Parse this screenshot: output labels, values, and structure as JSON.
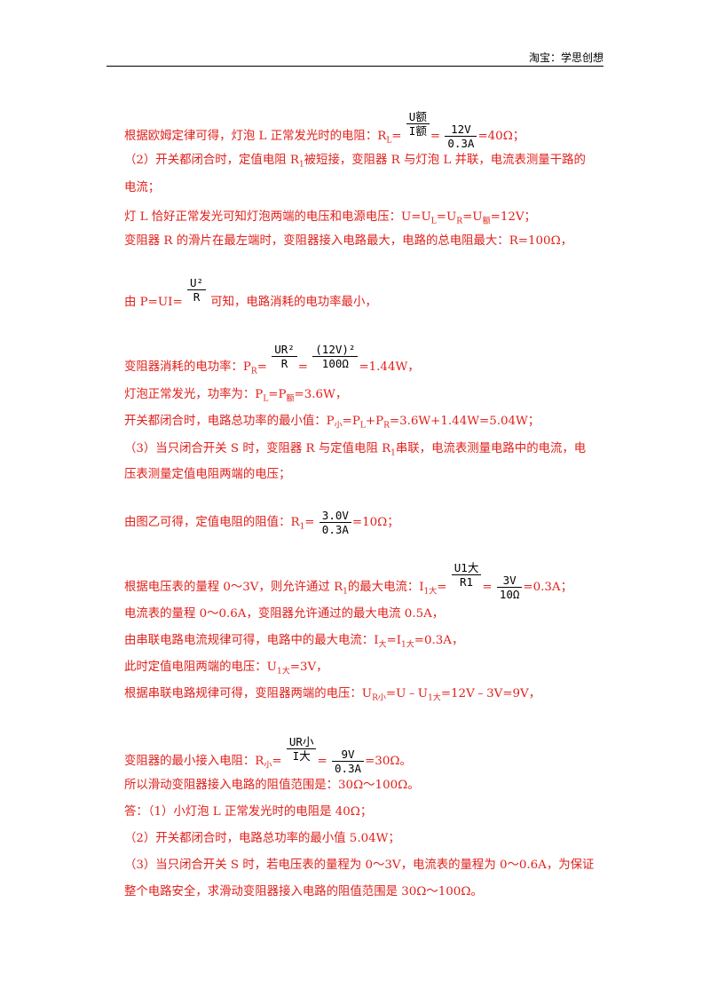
{
  "header": {
    "text": "淘宝：学思创想"
  },
  "lines": {
    "l1a": "根据欧姆定律可得，灯泡 L 正常发光时的电阻：R",
    "l1sub": "L",
    "l1b": "=",
    "l1f1num": "U额",
    "l1f1den": "I额",
    "l1c": "=",
    "l1f2num": "12V",
    "l1f2den": "0.3A",
    "l1d": "=40Ω；",
    "l2a": "（2）开关都闭合时，定值电阻 R",
    "l2sub": "1",
    "l2b": "被短接，变阻器 R 与灯泡 L 并联，电流表测量干路的",
    "l3": "电流；",
    "l4a": "灯 L 恰好正常发光可知灯泡两端的电压和电源电压：U=U",
    "l4s1": "L",
    "l4b": "=U",
    "l4s2": "R",
    "l4c": "=U",
    "l4s3": "额",
    "l4d": "=12V；",
    "l5": "变阻器 R 的滑片在最左端时，变阻器接入电路最大，电路的总电阻最大：R=100Ω，",
    "l6a": "由 P=UI=",
    "l6fnum": "U²",
    "l6fden": "R",
    "l6b": "可知，电路消耗的电功率最小，",
    "l7a": "变阻器消耗的电功率：P",
    "l7sub": "R",
    "l7b": "=",
    "l7f1num": "UR²",
    "l7f1den": "R",
    "l7c": "=",
    "l7f2num": "(12V)²",
    "l7f2den": "100Ω",
    "l7d": "=1.44W，",
    "l8a": "灯泡正常发光，功率为：P",
    "l8s1": "L",
    "l8b": "=P",
    "l8s2": "额",
    "l8c": "=3.6W，",
    "l9a": "开关都闭合时，电路总功率的最小值：P",
    "l9s1": "小",
    "l9b": "=P",
    "l9s2": "L",
    "l9c": "+P",
    "l9s3": "R",
    "l9d": "=3.6W+1.44W=5.04W；",
    "l10a": "（3）当只闭合开关 S 时，变阻器 R 与定值电阻 R",
    "l10sub": "1",
    "l10b": "串联，电流表测量电路中的电流，电",
    "l11": "压表测量定值电阻两端的电压；",
    "l12a": "由图乙可得，定值电阻的阻值：R",
    "l12sub": "1",
    "l12b": "=",
    "l12fnum": "3.0V",
    "l12fden": "0.3A",
    "l12c": "=10Ω；",
    "l13a": "根据电压表的量程 0～3V，则允许通过 R",
    "l13s1": "1",
    "l13b": "的最大电流：I",
    "l13s2": "1大",
    "l13c": "=",
    "l13f1num": "U1大",
    "l13f1den": "R1",
    "l13d": "=",
    "l13f2num": "3V",
    "l13f2den": "10Ω",
    "l13e": "=0.3A；",
    "l14": "电流表的量程 0～0.6A，变阻器允许通过的最大电流 0.5A，",
    "l15a": "由串联电路电流规律可得，电路中的最大电流：I",
    "l15s1": "大",
    "l15b": "=I",
    "l15s2": "1大",
    "l15c": "=0.3A，",
    "l16a": "此时定值电阻两端的电压：U",
    "l16s1": "1大",
    "l16b": "=3V，",
    "l17a": "根据串联电路规律可得，变阻器两端的电压：U",
    "l17s1": "R小",
    "l17b": "=U﹣U",
    "l17s2": "1大",
    "l17c": "=12V﹣3V=9V，",
    "l18a": "变阻器的最小接入电阻：R",
    "l18s1": "小",
    "l18b": "=",
    "l18f1num": "UR小",
    "l18f1den": "I大",
    "l18c": "=",
    "l18f2num": "9V",
    "l18f2den": "0.3A",
    "l18d": "=30Ω。",
    "l19": "所以滑动变阻器接入电路的阻值范围是：30Ω～100Ω。",
    "l20": "答：（1）小灯泡 L 正常发光时的电阻是 40Ω；",
    "l21": "（2）开关都闭合时，电路总功率的最小值 5.04W；",
    "l22": "（3）当只闭合开关 S 时，若电压表的量程为 0～3V，电流表的量程为 0～0.6A，为保证",
    "l23": "整个电路安全，求滑动变阻器接入电路的阻值范围是 30Ω～100Ω。"
  }
}
